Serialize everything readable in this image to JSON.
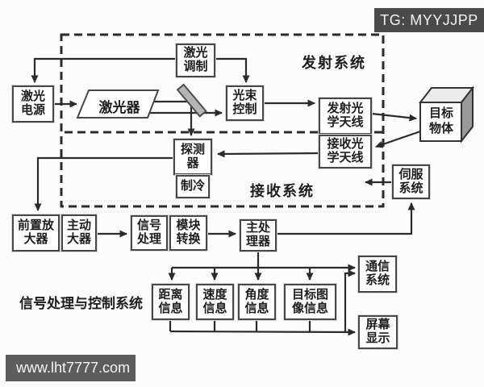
{
  "banners": {
    "top_right": "TG: MYYJJPP",
    "bottom_left": "www.lht7777.com"
  },
  "section_labels": {
    "transmit": "发射系统",
    "receive": "接收系统",
    "signal_control": "信号处理与控制系统"
  },
  "nodes": {
    "laser_power": "激光\n电源",
    "laser_modulation": "激光\n调制",
    "laser": "激光器",
    "beam_control": "光束\n控制",
    "transmit_antenna": "发射光\n学天线",
    "receive_antenna": "接收光\n学天线",
    "target_object": "目标\n物体",
    "detector": "探测\n器",
    "cooler": "制冷",
    "servo_system": "伺服\n系统",
    "preamplifier": "前置放\n大器",
    "main_amplifier": "主动\n大器",
    "signal_processing": "信号\n处理",
    "module_conversion": "模块\n转换",
    "main_processor": "主处\n理器",
    "distance_info": "距离\n信息",
    "speed_info": "速度\n信息",
    "angle_info": "角度\n信息",
    "target_image_info": "目标图\n像信息",
    "communication_system": "通信\n系统",
    "screen_display": "屏幕\n显示"
  },
  "colors": {
    "connector": "#2b2b2b",
    "box_border": "#474747",
    "banner_top_bg": "#4a4a4a",
    "banner_bottom_bg": "#5d5d5d",
    "mirror_fill": "#b5b5b5",
    "background": "#fcfcfc"
  }
}
